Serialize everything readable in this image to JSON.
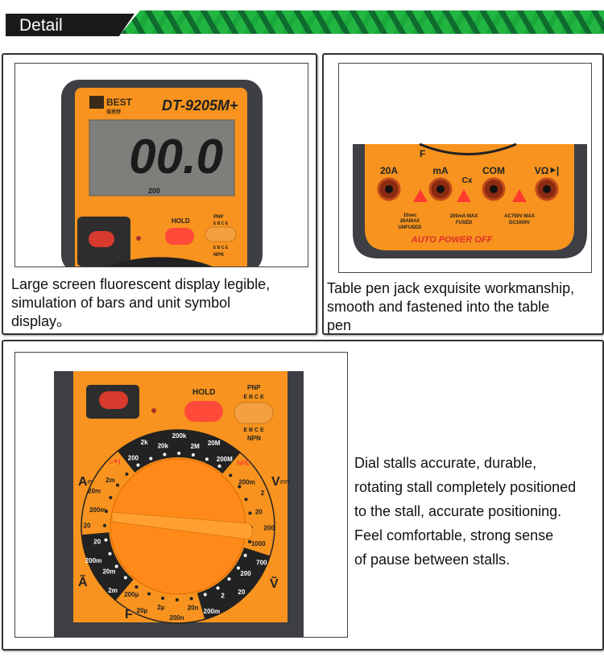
{
  "header": {
    "title": "Detail",
    "colors": {
      "bar": "#1a1a1a",
      "stripe": "#22b542"
    }
  },
  "panel1": {
    "brand": "BEST",
    "brand_sub": "倍思特",
    "model": "DT-9205M+",
    "lcd_reading": "00.0",
    "lcd_range": "200",
    "hold_label": "HOLD",
    "pnp_label": "PNP",
    "npn_label": "NPN",
    "ebce": "E B C E",
    "caption": [
      "Large screen fluorescent display legible,",
      "simulation of bars and unit symbol",
      "display。"
    ]
  },
  "panel2": {
    "jacks": [
      "20A",
      "mA",
      "COM",
      "VΩ⯈|"
    ],
    "cx_label": "Cx",
    "dial_letter": "F",
    "notes": {
      "a20": [
        "10sec",
        "20AMAX",
        "UNFUSED"
      ],
      "ma": [
        "200mA MAX",
        "FUSED"
      ],
      "v": [
        "AC750V MAX",
        "DC1000V"
      ]
    },
    "auto_power_off": "AUTO POWER OFF",
    "caption": [
      "Table pen jack exquisite workmanship,",
      "smooth and fastened into the table",
      "pen"
    ]
  },
  "panel3": {
    "hold_label": "HOLD",
    "pnp_label": "PNP",
    "npn_label": "NPN",
    "ebce": "E B C E",
    "function_labels": {
      "dca": "A⎓",
      "aca": "Ã",
      "dcv": "V⎓",
      "acv": "Ṽ",
      "cap": "F"
    },
    "dial_positions": [
      "200",
      "2k",
      "20k",
      "200k",
      "2M",
      "20M",
      "200M",
      "hFE",
      "200m",
      "2",
      "20",
      "200",
      "1000",
      "700",
      "200",
      "20",
      "2",
      "200m",
      "20n",
      "200n",
      "2µ",
      "20µ",
      "200µ",
      "2m",
      "20m",
      "200m",
      "20",
      "20",
      "200m",
      "20m",
      "2m",
      "♫⯈|"
    ],
    "caption": [
      "Dial stalls accurate, durable,",
      "rotating stall completely positioned",
      "to the stall, accurate positioning.",
      "Feel comfortable, strong sense",
      "of pause between stalls."
    ]
  },
  "colors": {
    "orange": "#f7931e",
    "body": "#3d3f44",
    "red": "#f0483a",
    "warning": "#ff3b30"
  }
}
